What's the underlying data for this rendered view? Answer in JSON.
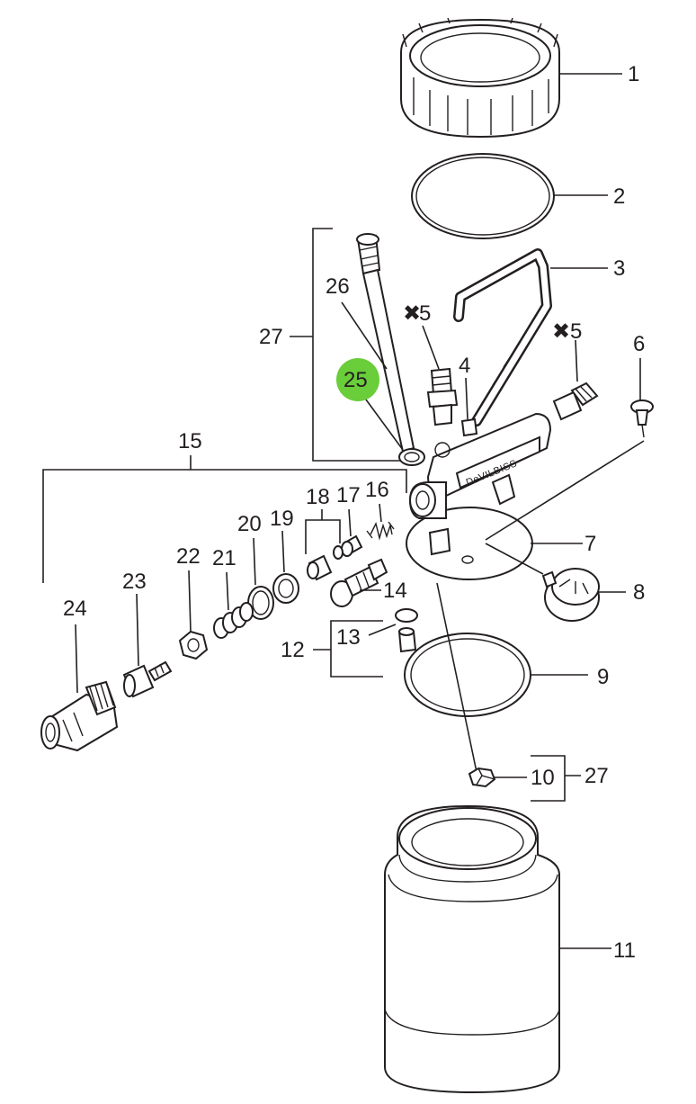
{
  "diagram": {
    "brand_text": "DeVILBISS",
    "highlight_color": "#6acd3a",
    "highlighted_part": "25",
    "labels": {
      "p1": "1",
      "p2": "2",
      "p3": "3",
      "p4": "4",
      "p5a": "5",
      "p5b": "5",
      "p6": "6",
      "p7": "7",
      "p8": "8",
      "p9": "9",
      "p10": "10",
      "p11": "11",
      "p12": "12",
      "p13": "13",
      "p14": "14",
      "p15": "15",
      "p16": "16",
      "p17": "17",
      "p18": "18",
      "p19": "19",
      "p20": "20",
      "p21": "21",
      "p22": "22",
      "p23": "23",
      "p24": "24",
      "p25": "25",
      "p26": "26",
      "p27a": "27",
      "p27b": "27"
    },
    "markers": {
      "x_mark": "✖"
    }
  }
}
